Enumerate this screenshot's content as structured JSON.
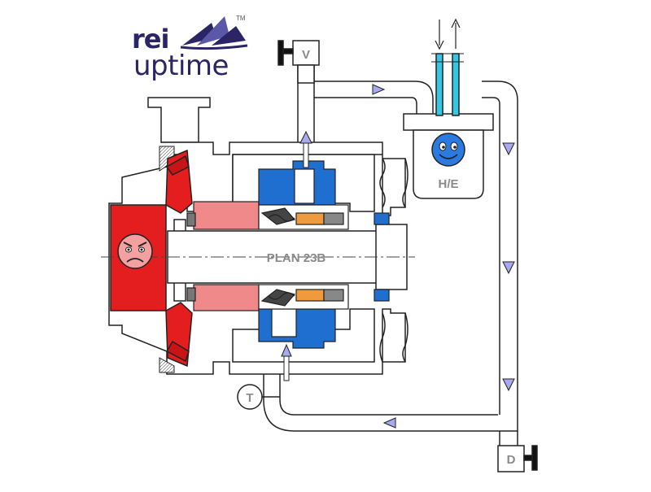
{
  "logo": {
    "brand_top": "rei",
    "brand_bottom": "uptime",
    "trademark": "TM"
  },
  "diagram": {
    "plan_label": "PLAN 23B",
    "heat_exchanger_label": "H/E",
    "vent_valve_label": "V",
    "drain_valve_label": "D",
    "thermometer_label": "T"
  },
  "colors": {
    "impeller_red": "#e41e1e",
    "seal_blue": "#1f6fd1",
    "coolant_cyan": "#35c8e6",
    "flow_arrow": "#a9a9f0",
    "housing_pink": "#f08a8a",
    "line": "#222222",
    "brand_navy": "#2b2566"
  }
}
